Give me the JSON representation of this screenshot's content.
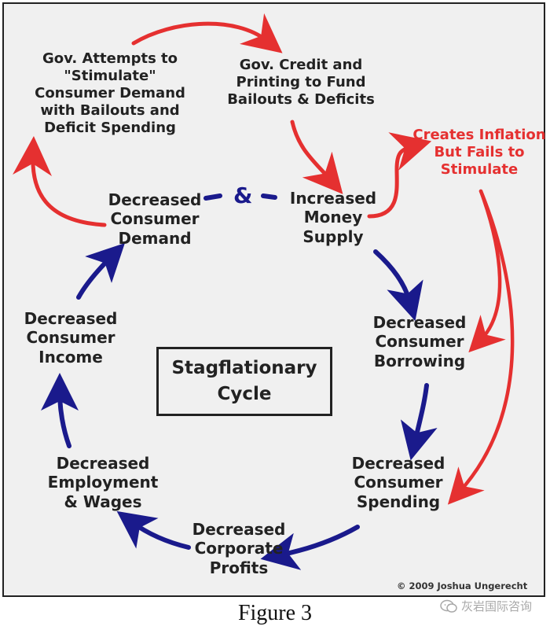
{
  "nodes": {
    "gov_attempts": "Gov. Attempts to\n\"Stimulate\"\nConsumer Demand\nwith Bailouts and\nDeficit Spending",
    "gov_credit": "Gov. Credit and\nPrinting to Fund\nBailouts & Deficits",
    "creates_inflation": "Creates Inflation\nBut Fails to\nStimulate",
    "decreased_demand": "Decreased\nConsumer\nDemand",
    "amp": "&",
    "increased_money": "Increased\nMoney\nSupply",
    "decreased_borrowing": "Decreased\nConsumer\nBorrowing",
    "decreased_income": "Decreased\nConsumer\nIncome",
    "decreased_spending": "Decreased\nConsumer\nSpending",
    "decreased_employment": "Decreased\nEmployment\n& Wages",
    "decreased_profits": "Decreased\nCorporate\nProfits"
  },
  "center_title": "Stagflationary\nCycle",
  "copyright": "© 2009 Joshua Ungerecht",
  "caption": "Figure 3",
  "watermark": "灰岩国际咨询",
  "colors": {
    "red_arrow": "#e53030",
    "blue_arrow": "#1a1a8c",
    "panel_bg": "#f0f0f0",
    "text": "#222222"
  }
}
